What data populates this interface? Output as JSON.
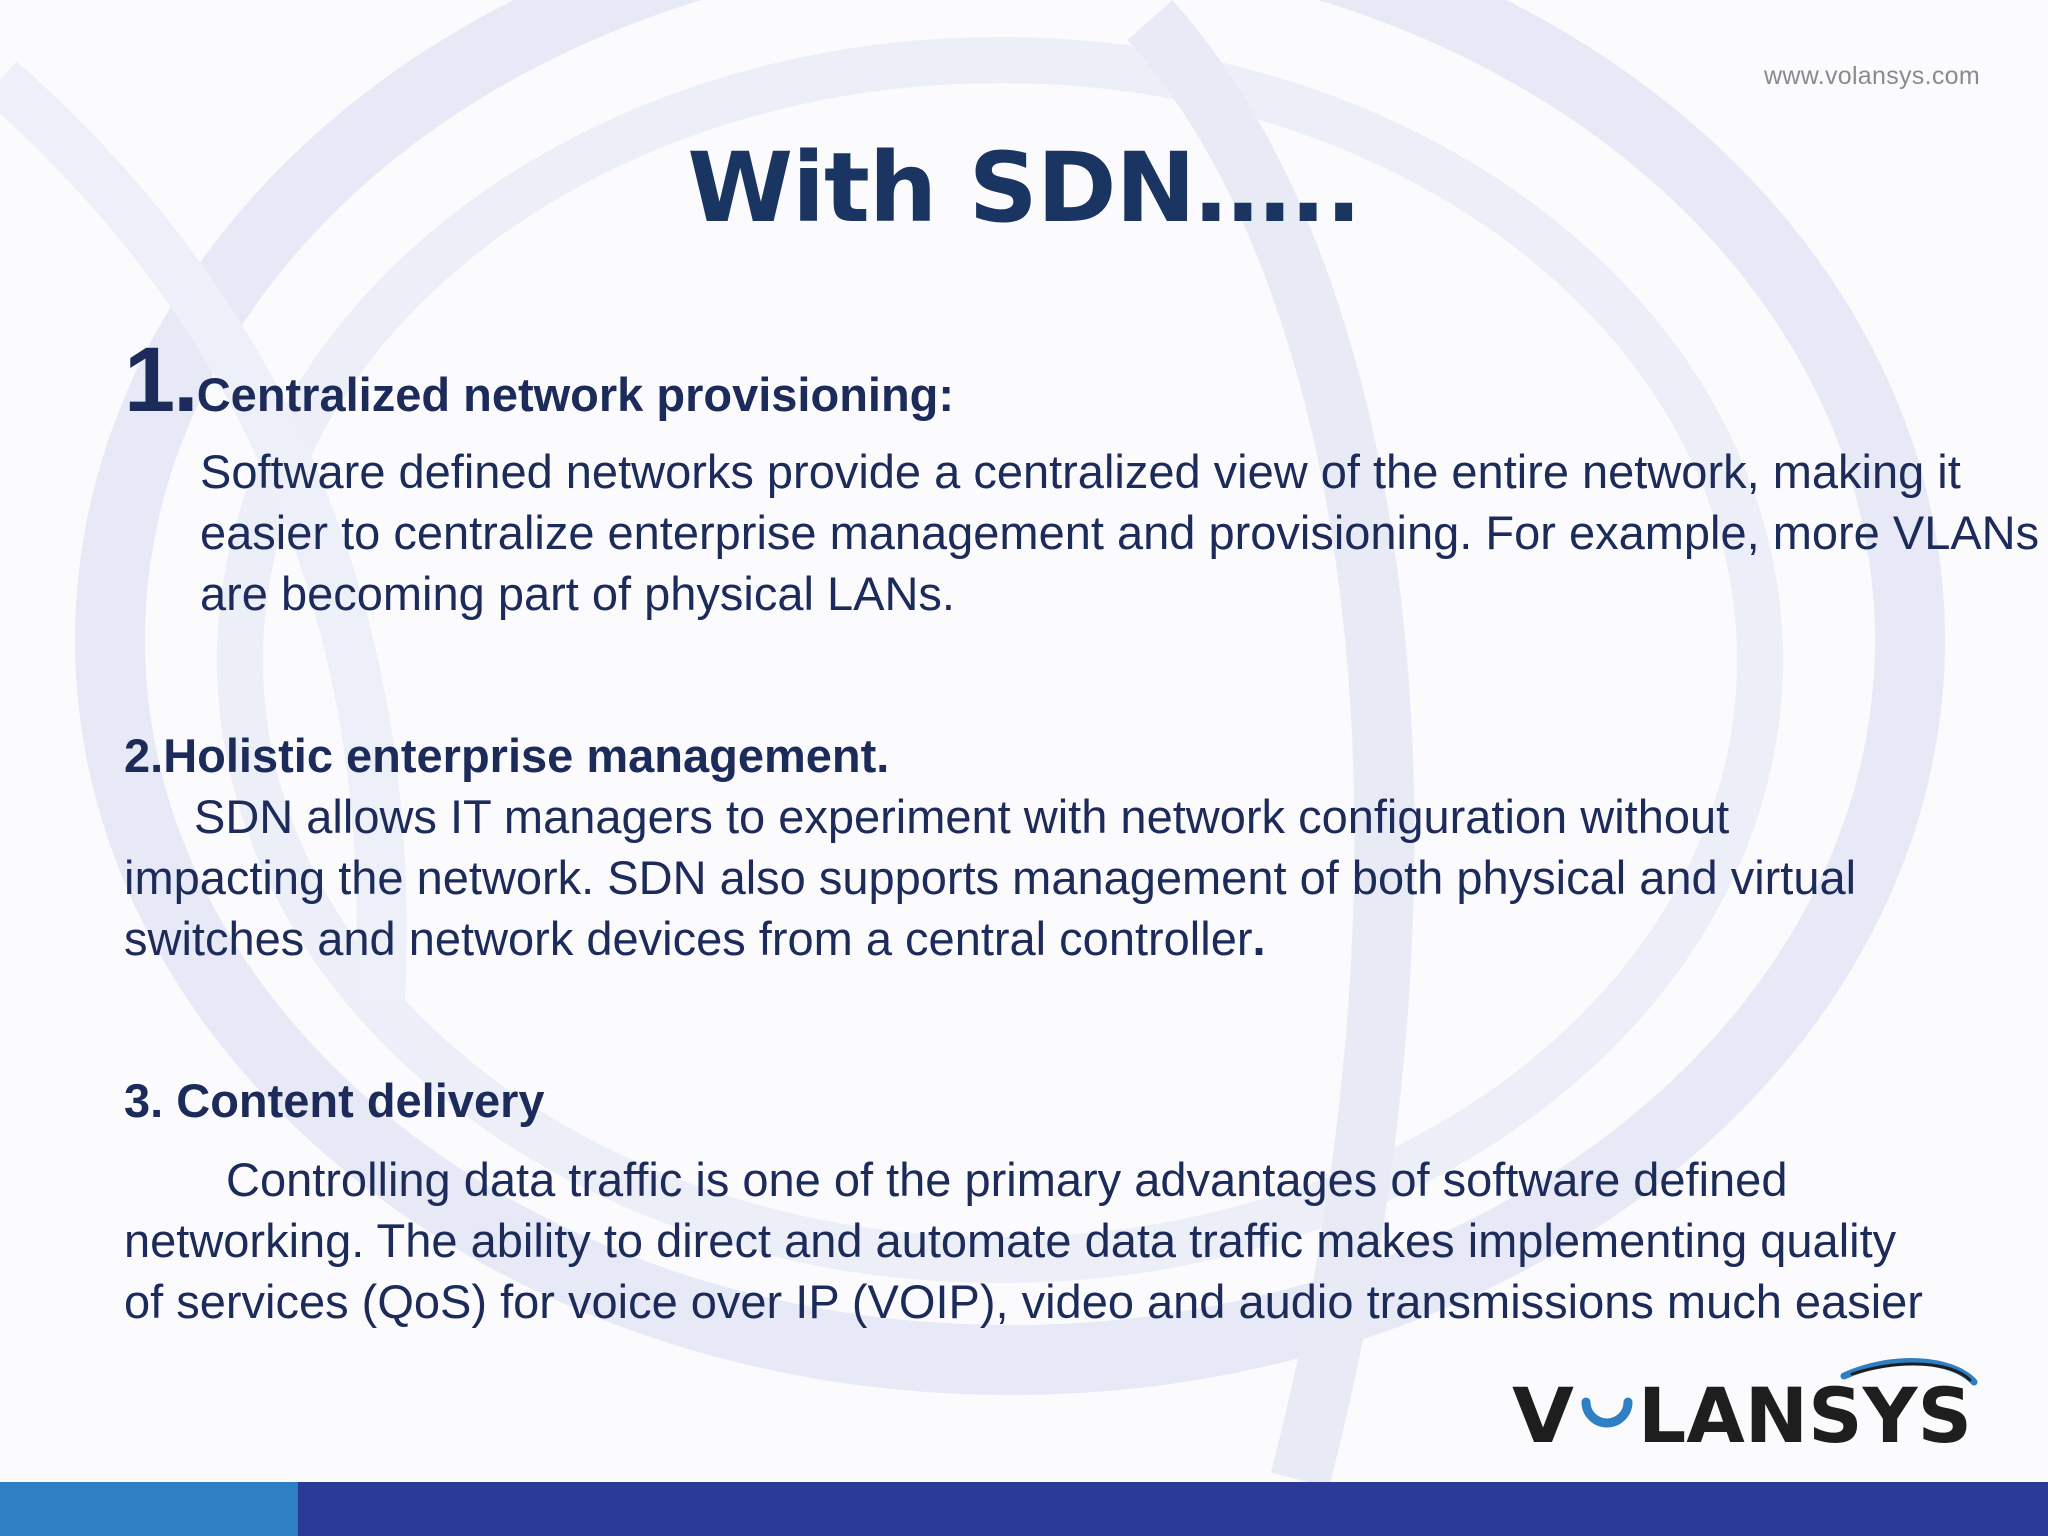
{
  "header": {
    "website": "www.volansys.com",
    "title": "With SDN….."
  },
  "items": [
    {
      "number": "1.",
      "heading": "Centralized network provisioning:",
      "body": "Software defined networks provide a centralized view of the entire network, making it easier to centralize enterprise management and provisioning. For example, more VLANs are becoming part of physical LANs."
    },
    {
      "number": "2.",
      "heading": "Holistic enterprise management.",
      "body_main": "SDN allows IT managers to experiment with network configuration without impacting the network. SDN also supports management of both physical and virtual switches and network devices from a central controller",
      "body_end": "."
    },
    {
      "number": "3.",
      "heading": "Content delivery",
      "body": "Controlling data traffic is one of the primary advantages of software defined networking. The ability to direct and automate data traffic makes implementing quality of services (QoS) for voice over IP (VOIP), video and audio transmissions much easier"
    }
  ],
  "logo": {
    "text": "VOLANSYS",
    "color": "#1e1e1e",
    "accent": "#2e7fc4"
  },
  "colors": {
    "title": "#1b3563",
    "text": "#1c2b5a",
    "footer_main": "#2a3a96",
    "footer_left": "#2f7fc4"
  }
}
